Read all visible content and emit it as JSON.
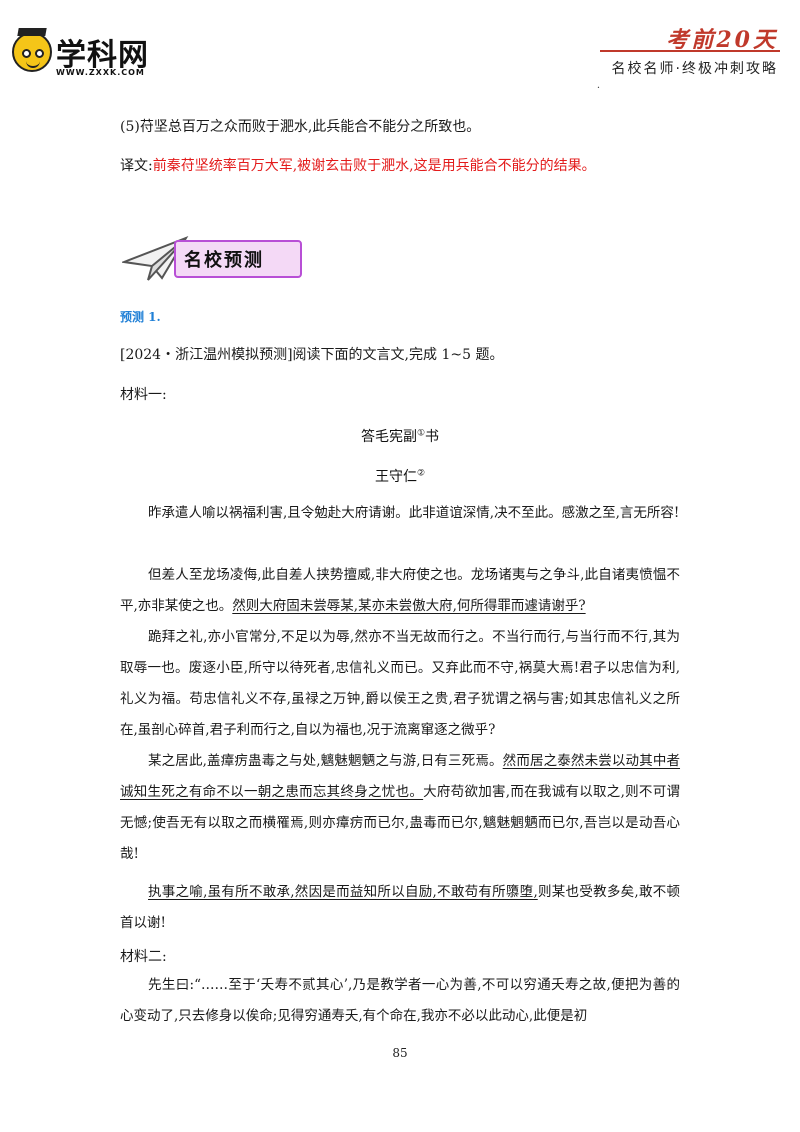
{
  "header": {
    "logo_text": "学科网",
    "logo_url": "WWW.ZXXK.COM",
    "series_title": "考前20天",
    "series_subtitle": "名校名师·终极冲刺攻略",
    "dot": "."
  },
  "example": {
    "sentence": "(5)苻坚总百万之众而败于淝水,此兵能合不能分之所致也。",
    "translation_label": "译文:",
    "translation": "前秦苻坚统率百万大军,被谢玄击败于淝水,这是用兵能合不能分的结果。"
  },
  "banner": {
    "label": "名校预测"
  },
  "prediction": {
    "label": "预测 1.",
    "instruction": "[2024・浙江温州模拟预测]阅读下面的文言文,完成 1~5 题。",
    "material1_label": "材料一:",
    "article_title": "答毛宪副",
    "footnote_mark": "①",
    "title_suffix": "书",
    "author": "王守仁",
    "author_mark": "②"
  },
  "paragraphs": {
    "p1": "昨承遣人喻以祸福利害,且令勉赴大府请谢。此非道谊深情,决不至此。感激之至,言无所容!",
    "p2a": "但差人至龙场凌侮,此自差人挟势擅威,非大府使之也。龙场诸夷与之争斗,此自诸夷愤愠不平,亦非某使之也。",
    "p2u": "然则大府固未尝辱某,某亦未尝傲大府,何所得罪而遽请谢乎?",
    "p3": "跪拜之礼,亦小官常分,不足以为辱,然亦不当无故而行之。不当行而行,与当行而不行,其为取辱一也。废逐小臣,所守以待死者,忠信礼义而已。又弃此而不守,祸莫大焉!君子以忠信为利,礼义为福。苟忠信礼义不存,虽禄之万钟,爵以侯王之贵,君子犹谓之祸与害;如其忠信礼义之所在,虽剖心碎首,君子利而行之,自以为福也,况于流离窜逐之微乎?",
    "p4a": "某之居此,盖瘴疠蛊毒之与处,魑魅魍魉之与游,日有三死焉。",
    "p4u": "然而居之泰然未尝以动其中者诚知生死之有命不以一朝之患而忘其终身之忧也。",
    "p4b": "大府苟欲加害,而在我诚有以取之,则不可谓无憾;使吾无有以取之而横罹焉,则亦瘴疠而已尔,蛊毒而已尔,魑魅魍魉而已尔,吾岂以是动吾心哉!",
    "p5u": "执事之喻,虽有所不敢承,然因是而益知所以自励,不敢苟有所隳堕,",
    "p5b": "则某也受教多矣,敢不顿首以谢!",
    "material2_label": "材料二:",
    "p6": "先生曰:“……至于‘夭寿不贰其心’,乃是教学者一心为善,不可以穷通夭寿之故,便把为善的心变动了,只去修身以俟命;见得穷通寿夭,有个命在,我亦不必以此动心,此便是初"
  },
  "page_number": "85"
}
